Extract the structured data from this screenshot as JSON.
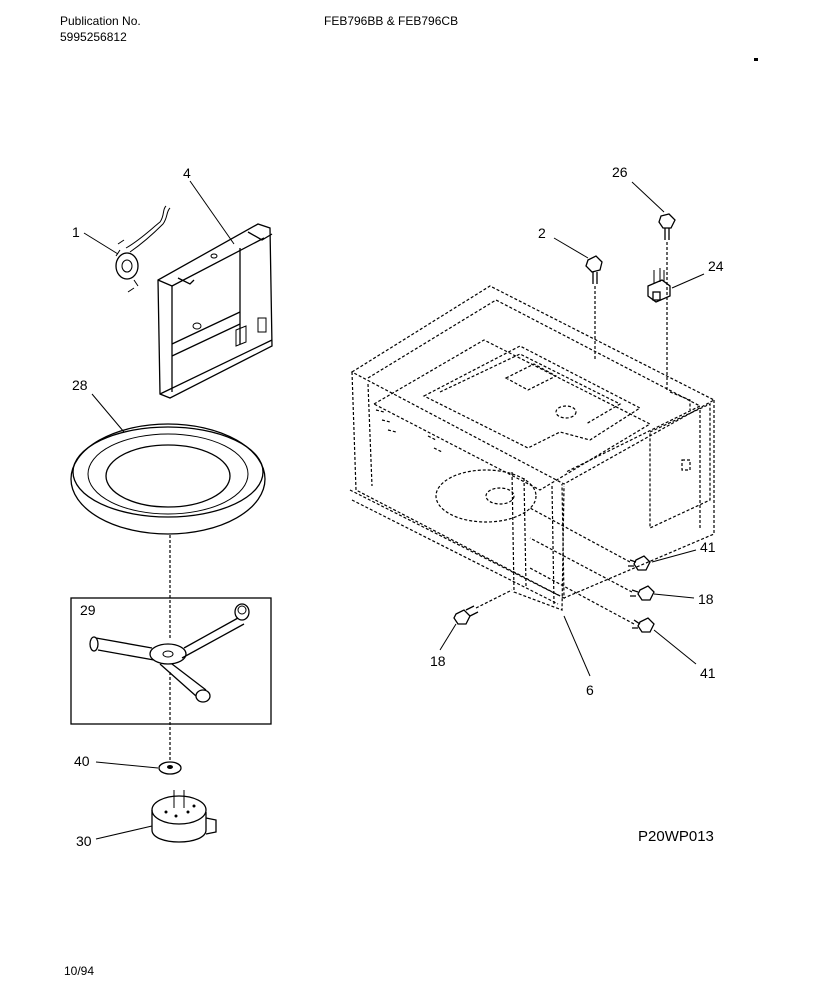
{
  "header": {
    "publication_label": "Publication No.",
    "publication_number": "5995256812",
    "model": "FEB796BB & FEB796CB"
  },
  "diagram_code": "P20WP013",
  "footer_date": "10/94",
  "callouts": {
    "c1": "1",
    "c4": "4",
    "c28": "28",
    "c29": "29",
    "c40": "40",
    "c30": "30",
    "c26": "26",
    "c2": "2",
    "c24": "24",
    "c41a": "41",
    "c18a": "18",
    "c41b": "41",
    "c18b": "18",
    "c6": "6"
  }
}
